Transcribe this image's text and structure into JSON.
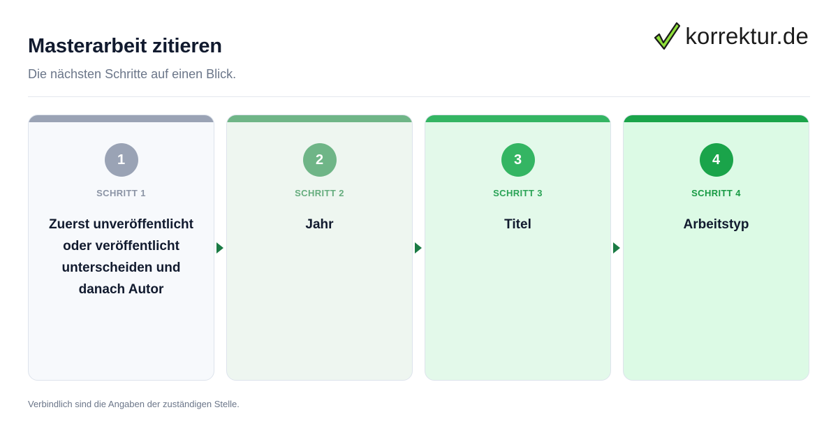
{
  "header": {
    "title": "Masterarbeit zitieren",
    "subtitle": "Die nächsten Schritte auf einen Blick."
  },
  "logo": {
    "text": "korrektur.de",
    "icon": "checkmark-icon"
  },
  "steps": [
    {
      "number": "1",
      "label": "SCHRITT 1",
      "text": "Zuerst unveröffentlicht oder veröffentlicht unterscheiden und danach Autor",
      "accent": "#9aa3b5",
      "background": "#f7f9fc",
      "label_color": "#8b94a5"
    },
    {
      "number": "2",
      "label": "SCHRITT 2",
      "text": "Jahr",
      "accent": "#6fb587",
      "background": "#eef6f0",
      "label_color": "#66ad7e"
    },
    {
      "number": "3",
      "label": "SCHRITT 3",
      "text": "Titel",
      "accent": "#34b563",
      "background": "#e3f9ea",
      "label_color": "#2aa356"
    },
    {
      "number": "4",
      "label": "SCHRITT 4",
      "text": "Arbeitstyp",
      "accent": "#1aa44a",
      "background": "#dcfae5",
      "label_color": "#179a43"
    }
  ],
  "footer": {
    "note": "Verbindlich sind die Angaben der zuständigen Stelle."
  }
}
